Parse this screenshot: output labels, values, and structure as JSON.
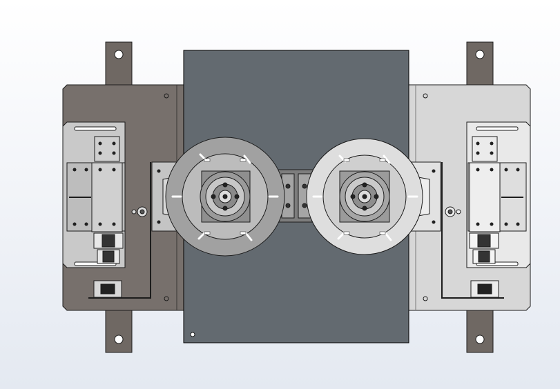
{
  "scene": {
    "view": "top-view",
    "annotations": []
  },
  "colors": {
    "background_top": "#ffffff",
    "background_bottom": "#e4e9f1",
    "center_plate": "#636a70",
    "left_plate": "#77706c",
    "right_plate": "#d7d7d7",
    "mounting_tab": "#6f6863",
    "bracket_light": "#d9d9d9",
    "disc_dark": "#9a9a9a",
    "disc_light": "#dcdcdc",
    "outline": "#1c1c1c"
  },
  "parts": {
    "mounting_tabs": [
      "top-left",
      "top-right",
      "bottom-left",
      "bottom-right"
    ],
    "rotary_discs": [
      "left",
      "right"
    ],
    "clamp_assemblies": [
      "left",
      "right"
    ]
  }
}
